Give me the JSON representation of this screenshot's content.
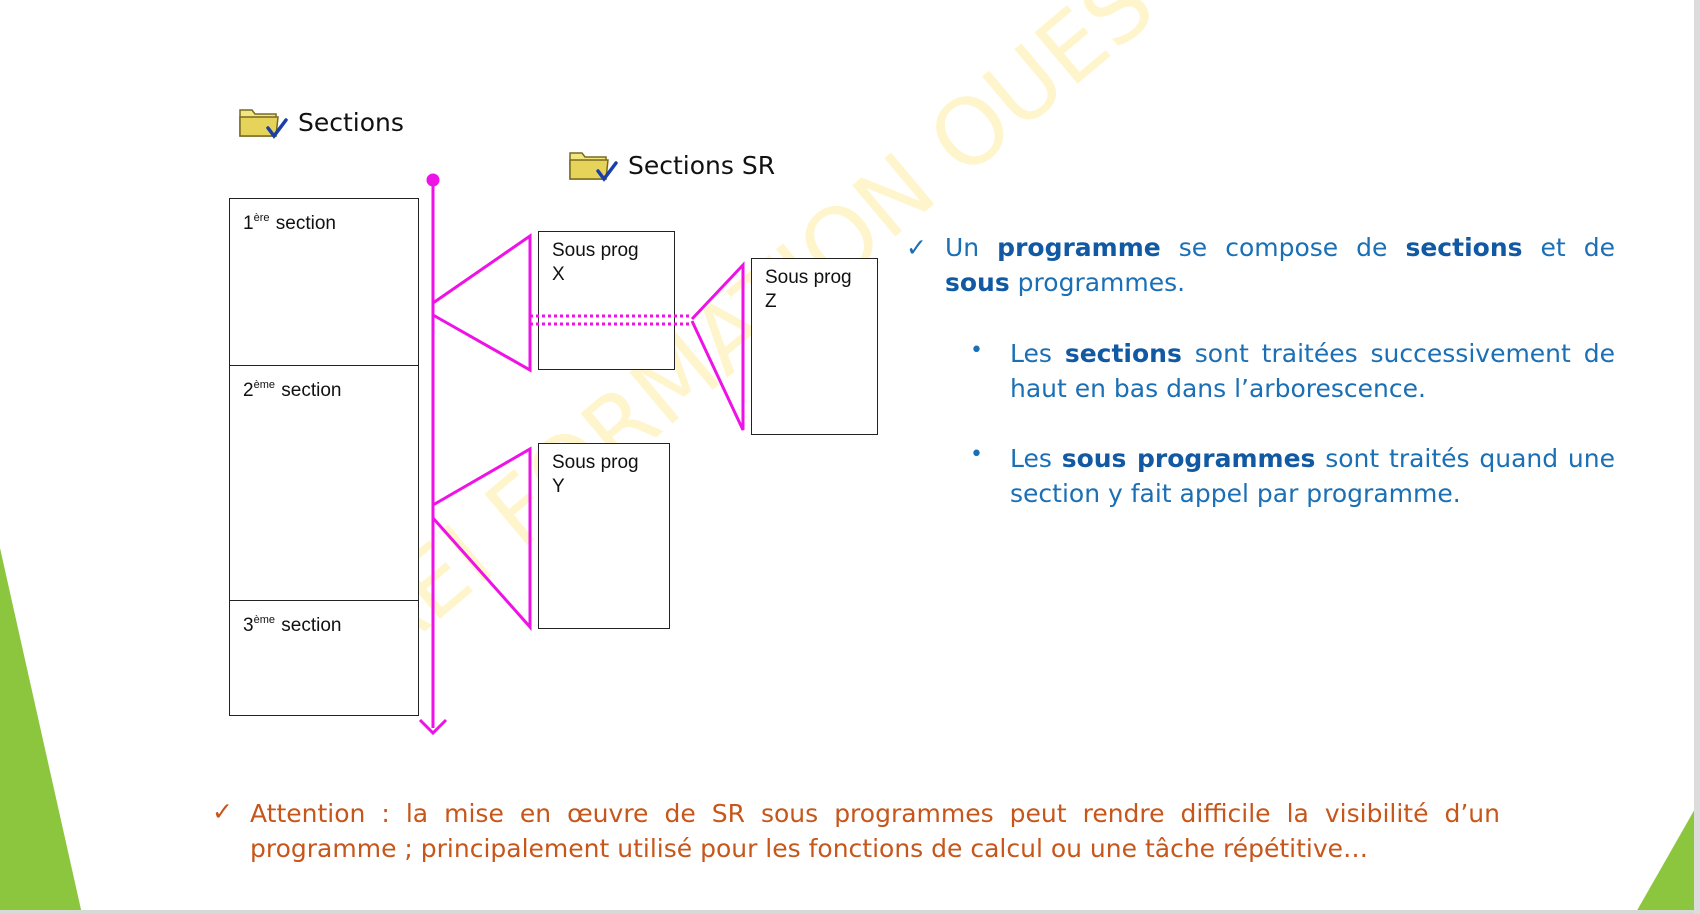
{
  "watermark": "AEI   FORMATION   OUEST",
  "headers": {
    "sections": "Sections",
    "sections_sr": "Sections SR"
  },
  "icons": {
    "folder": "folder-check-icon"
  },
  "sections": [
    {
      "num": "1",
      "sup": "ère",
      "label": "section"
    },
    {
      "num": "2",
      "sup": "ème",
      "label": "section"
    },
    {
      "num": "3",
      "sup": "ème",
      "label": "section"
    }
  ],
  "subprograms": {
    "x": "Sous prog\nX",
    "y": "Sous prog\nY",
    "z": "Sous prog\nZ"
  },
  "right_text": {
    "check": "✓",
    "intro_parts": [
      "Un ",
      "programme",
      " se compose de ",
      "sections",
      " et de ",
      "sous",
      " programmes."
    ],
    "bullet1_parts": [
      "Les ",
      "sections",
      " sont traitées successivement de haut en bas dans l’arborescence."
    ],
    "bullet2_parts": [
      "Les ",
      "sous programmes",
      " sont traités quand une section y fait appel par programme."
    ],
    "bullet_symbol": "•"
  },
  "attention": {
    "check": "✓",
    "text": "Attention : la mise en œuvre de SR sous programmes peut rendre difficile la visibilité d’un programme ; principalement utilisé pour les fonctions de calcul ou une tâche répétitive…"
  },
  "colors": {
    "accent_green": "#8cc63f",
    "wire_magenta": "#ee12e6",
    "text_blue": "#1a6fb5",
    "text_orange": "#c7561a"
  }
}
